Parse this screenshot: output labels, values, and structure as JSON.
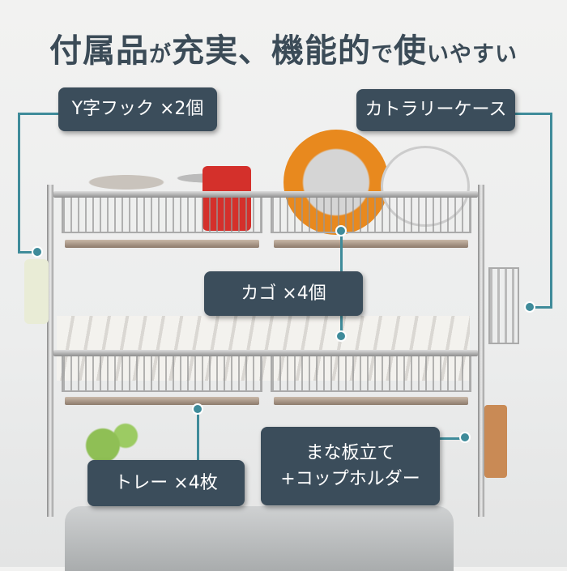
{
  "title": {
    "part1": "付属品",
    "part2": "が",
    "part3": "充実、機能的",
    "part4": "で",
    "part5": "使",
    "part6": "いやすい"
  },
  "labels": {
    "hook": "Y字フック ×2個",
    "cutlery": "カトラリーケース",
    "basket": "カゴ ×4個",
    "tray": "トレー ×4枚",
    "board_line1": "まな板立て",
    "board_line2": "+コップホルダー"
  },
  "colors": {
    "label_bg": "#3b4d5b",
    "line": "#3f8b9a",
    "title": "#3b4b57"
  }
}
